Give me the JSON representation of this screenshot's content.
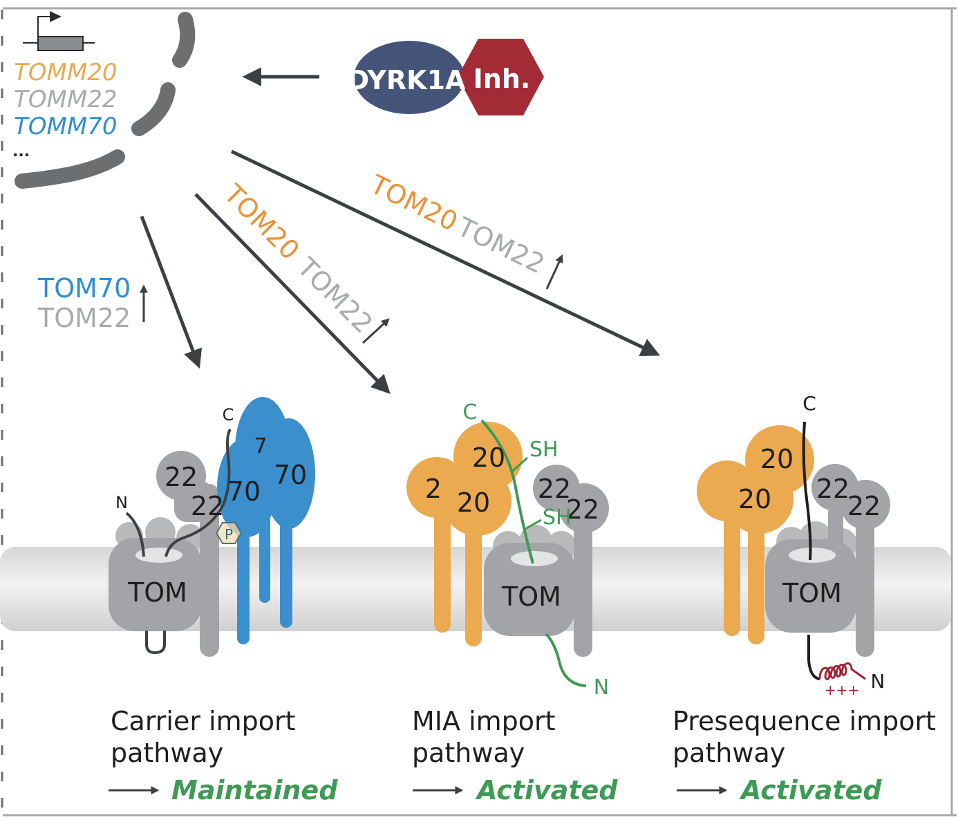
{
  "colors": {
    "orange": "#EBA950",
    "orange_text": "#E8923A",
    "grey_text": "#A8AAAD",
    "blue": "#3A8FCC",
    "blue_text": "#2F8ED0",
    "grey_protein": "#A2A4A7",
    "dark": "#3D4042",
    "green": "#3E9A55",
    "navy": "#45557A",
    "red": "#A32B36",
    "maroon": "#9E2535",
    "frame": "#A8A8A8"
  },
  "gene": {
    "names": [
      "TOMM20",
      "TOMM22",
      "TOMM70"
    ],
    "ellipsis": "..."
  },
  "inhibitor": {
    "kinase_label": "DYRK1A",
    "inhibitor_label": "Inh."
  },
  "arrow_labels": {
    "carrier": {
      "line1": "TOM70",
      "line2": "TOM22"
    },
    "mia": {
      "a": "TOM20",
      "b": "TOM22"
    },
    "presequence": {
      "a": "TOM20",
      "b": "TOM22"
    }
  },
  "complexes": {
    "carrier": {
      "tom": "TOM",
      "sub22a": "22",
      "sub22b": "22",
      "sub70a": "70",
      "sub70b": "70",
      "sub70c": "7",
      "phospho": "P",
      "n_term": "N",
      "c_term": "C"
    },
    "mia": {
      "tom": "TOM",
      "sub20a": "20",
      "sub20b": "20",
      "sub20c": "2",
      "sub22a": "22",
      "sub22b": "22",
      "sh1": "SH",
      "sh2": "SH",
      "n_term": "N",
      "c_term": "C"
    },
    "presequence": {
      "tom": "TOM",
      "sub20a": "20",
      "sub20b": "20",
      "sub22a": "22",
      "sub22b": "22",
      "charge": "+++",
      "n_term": "N",
      "c_term": "C"
    }
  },
  "pathways": [
    {
      "line1": "Carrier import",
      "line2": "pathway",
      "status": "Maintained"
    },
    {
      "line1": "MIA import",
      "line2": "pathway",
      "status": "Activated"
    },
    {
      "line1": "Presequence import",
      "line2": "pathway",
      "status": "Activated"
    }
  ]
}
